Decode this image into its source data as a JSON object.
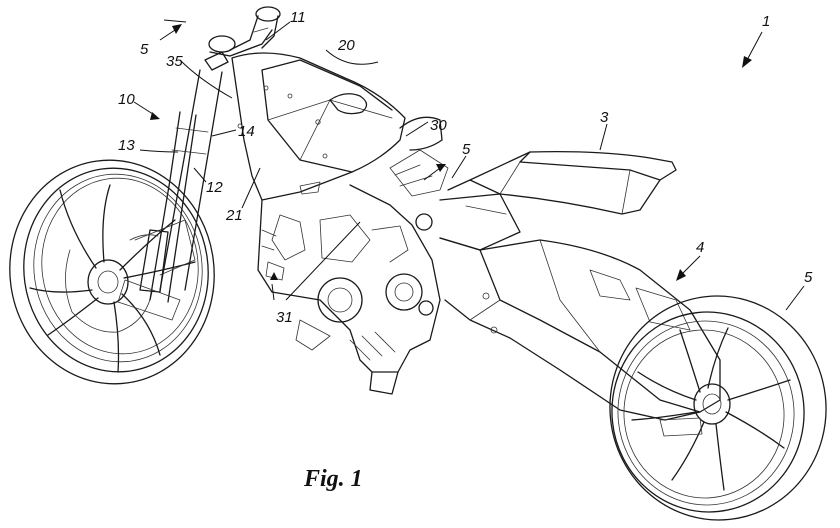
{
  "figure": {
    "caption": "Fig. 1",
    "labels": {
      "r1": "1",
      "r3": "3",
      "r4": "4",
      "r5_section": "5",
      "r5_mid": "5",
      "r5_rear": "5",
      "r10": "10",
      "r11": "11",
      "r12": "12",
      "r13": "13",
      "r14": "14",
      "r20": "20",
      "r21": "21",
      "r30": "30",
      "r31": "31",
      "r35": "35"
    }
  }
}
